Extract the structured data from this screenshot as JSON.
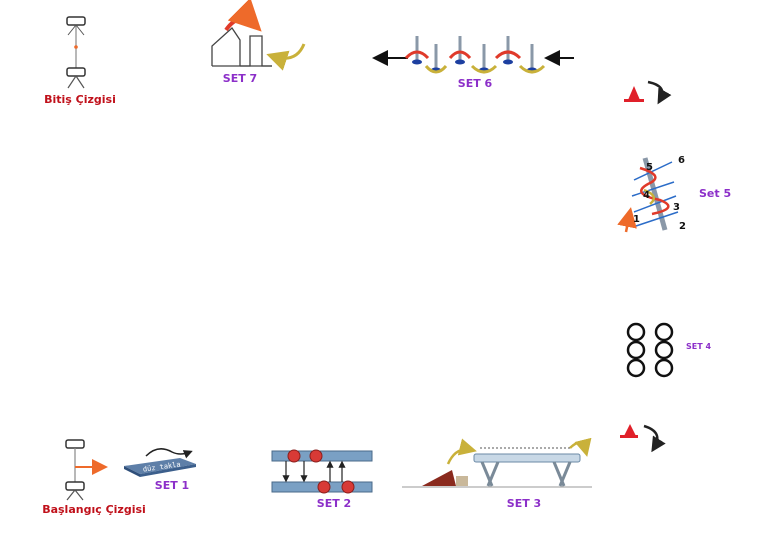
{
  "labels": {
    "finish_line": "Bitiş Çizgisi",
    "start_line": "Başlangıç Çizgisi",
    "set1": "SET 1",
    "set2": "SET 2",
    "set3": "SET 3",
    "set4": "SET 4",
    "set5": "Set 5",
    "set6": "SET 6",
    "set7": "SET 7",
    "set1_plate": "düz takla",
    "slalom_numbers": [
      "1",
      "2",
      "3",
      "4",
      "5",
      "6"
    ]
  },
  "colors": {
    "red_label": "#c0101a",
    "set_label": "#8c2fc9",
    "pole": "#8a98a8",
    "arrow_orange": "#ee6a2a",
    "arrow_yellow": "#c9b13a",
    "cone_red": "#e0202a",
    "ring_black": "#111111",
    "bench_blue": "#7aa0c4",
    "ball_red": "#d83a36"
  }
}
